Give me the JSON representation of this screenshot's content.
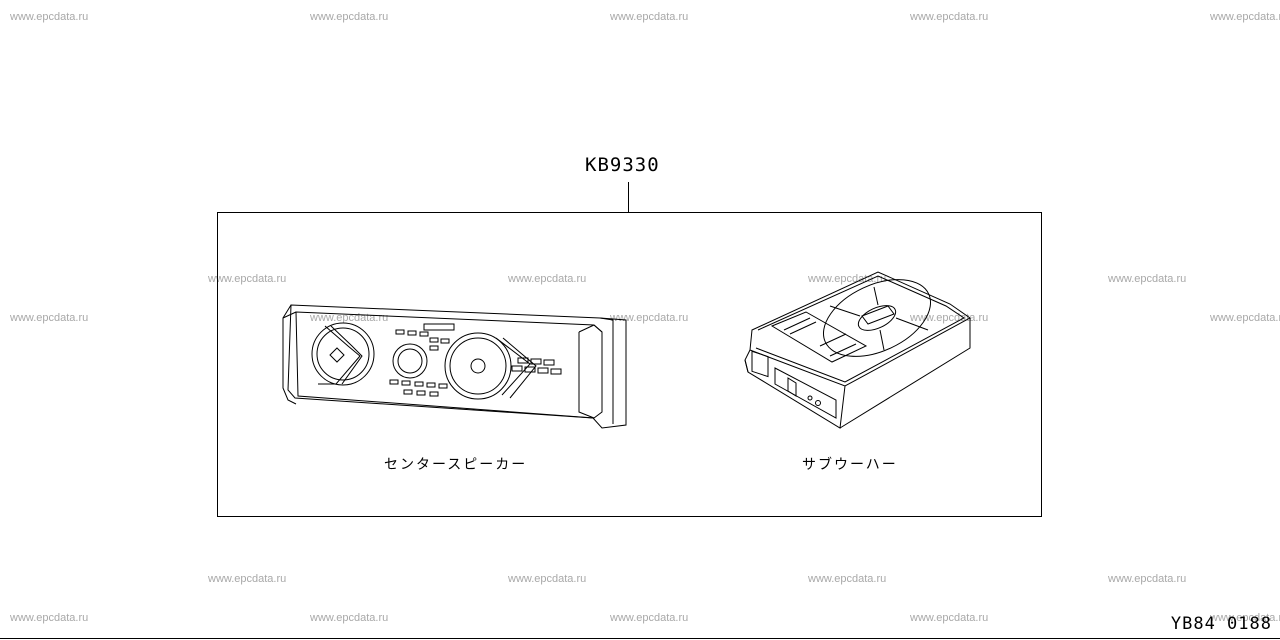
{
  "watermark": "www.epcdata.ru",
  "assembly": {
    "part_number": "KB9330",
    "center_speaker_label": "センタースピーカー",
    "subwoofer_label": "サブウーハー"
  },
  "diagram_code": "YB84 0188"
}
